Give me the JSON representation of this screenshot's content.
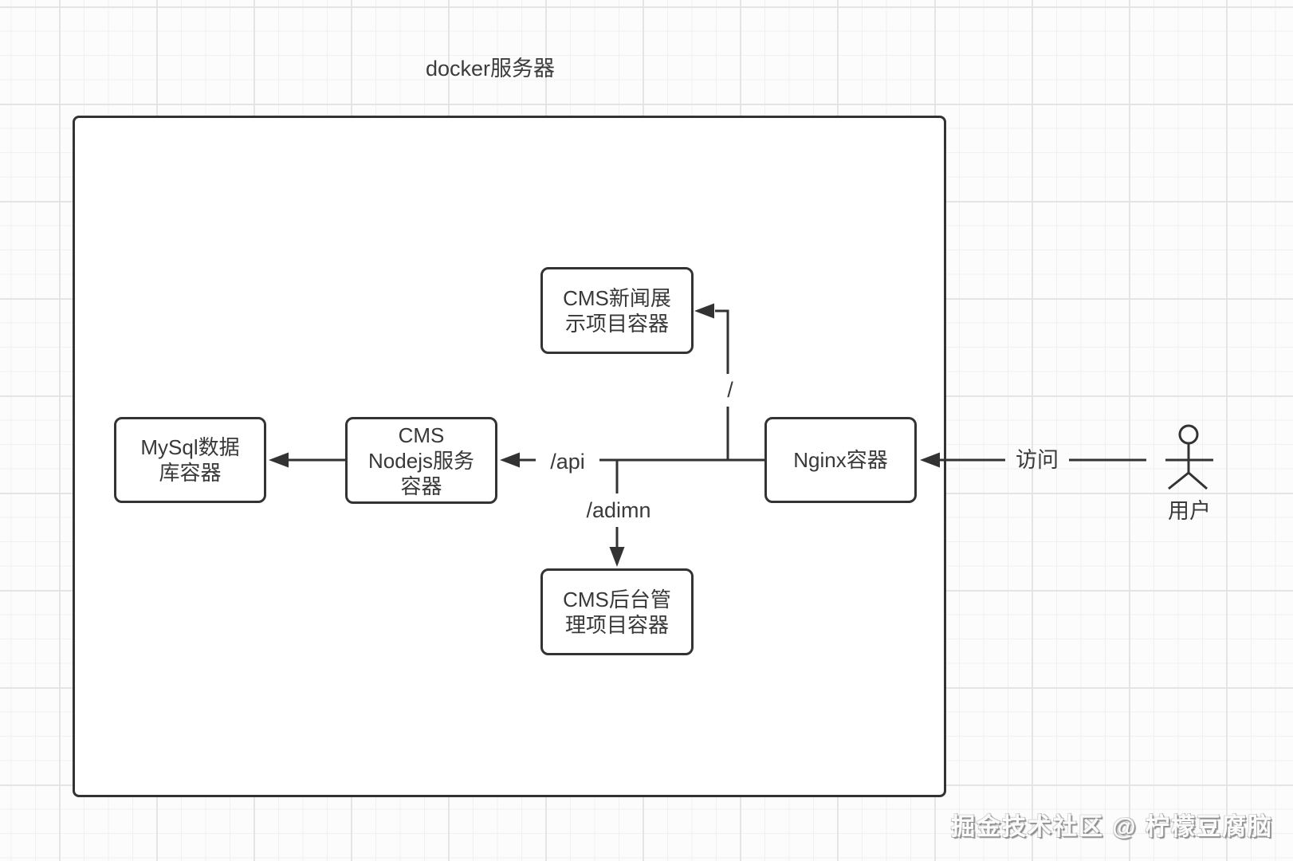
{
  "title": "docker服务器",
  "boundary": {
    "name": "docker服务器"
  },
  "nodes": {
    "news": {
      "label": "CMS新闻展示项目容器",
      "lines": [
        "CMS新闻展",
        "示项目容器"
      ]
    },
    "mysql": {
      "label": "MySql数据库容器",
      "lines": [
        "MySql数据",
        "库容器"
      ]
    },
    "nodejs": {
      "label": "CMS Nodejs服务容器",
      "lines": [
        "CMS",
        "Nodejs服务",
        "容器"
      ]
    },
    "nginx": {
      "label": "Nginx容器",
      "lines": [
        "Nginx容器"
      ]
    },
    "admin": {
      "label": "CMS后台管理项目容器",
      "lines": [
        "CMS后台管",
        "理项目容器"
      ]
    }
  },
  "edges": {
    "root_route_label": "/",
    "api_route_label": "/api",
    "admin_route_label": "/adimn",
    "visit_label": "访问"
  },
  "actor": {
    "label": "用户"
  },
  "watermark": "掘金技术社区 @ 柠檬豆腐脑",
  "colors": {
    "stroke": "#333333",
    "text": "#3a3a3a",
    "node_fill": "#ffffff",
    "background": "#fcfcfc",
    "grid_minor": "#f0f0f0",
    "grid_major": "#e4e4e4"
  }
}
